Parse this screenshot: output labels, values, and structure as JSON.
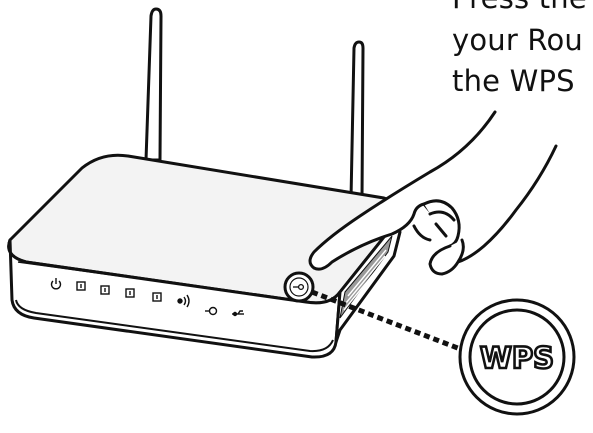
{
  "instruction": {
    "lines": [
      "Press the",
      "your Rou",
      "the WPS"
    ]
  },
  "badge": {
    "label": "WPS"
  },
  "colors": {
    "line": "#111111",
    "router_body": "#ffffff",
    "router_top_shade": "#f3f3f3",
    "vent_grille": "#7a7a7a",
    "background": "#ffffff"
  },
  "icons": {
    "router_front_leds": [
      "power-icon",
      "port-1-icon",
      "port-2-icon",
      "port-3-icon",
      "port-4-icon",
      "wifi-icon",
      "wps-icon",
      "usb-icon"
    ],
    "wps_button": "wps-button-icon",
    "hand": "pointing-hand-icon"
  }
}
